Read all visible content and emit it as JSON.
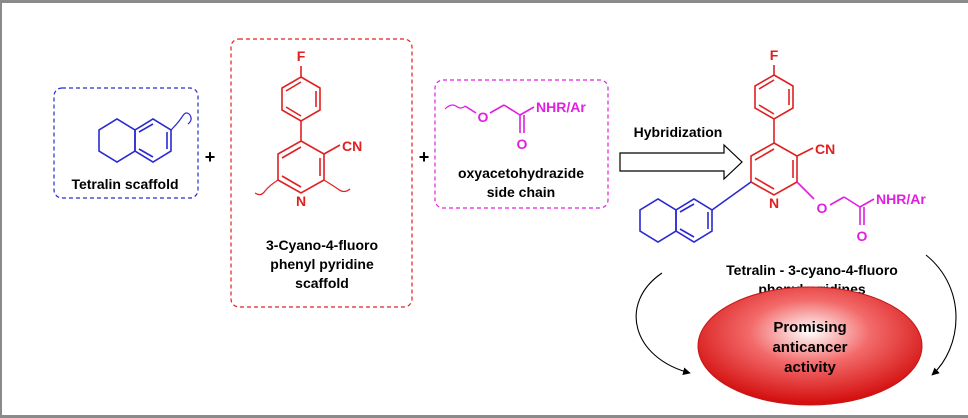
{
  "panels": {
    "tetralin": {
      "label": "Tetralin scaffold",
      "color": "#2a2ad0"
    },
    "cyanopyridine": {
      "atom_f": "F",
      "atom_cn": "CN",
      "atom_n": "N",
      "label_lines": [
        "3-Cyano-4-fluoro",
        "phenyl pyridine",
        "scaffold"
      ],
      "color": "#e02020"
    },
    "side_chain": {
      "atom_o": "O",
      "atom_o2": "O",
      "group": "NHR/Ar",
      "label_lines": [
        "oxyacetohydrazide",
        "side chain"
      ],
      "color": "#e020e0"
    }
  },
  "operators": {
    "plus": "+"
  },
  "arrow": {
    "label": "Hybridization"
  },
  "product": {
    "atom_f": "F",
    "atom_cn": "CN",
    "atom_n": "N",
    "atom_o": "O",
    "atom_o2": "O",
    "group": "NHR/Ar",
    "label_lines": [
      "Tetralin - 3-cyano-4-fluoro",
      "phenylpyridines"
    ]
  },
  "outcome": {
    "label_lines": [
      "Promising",
      "anticancer",
      "activity"
    ],
    "color": "#e51f1f"
  }
}
